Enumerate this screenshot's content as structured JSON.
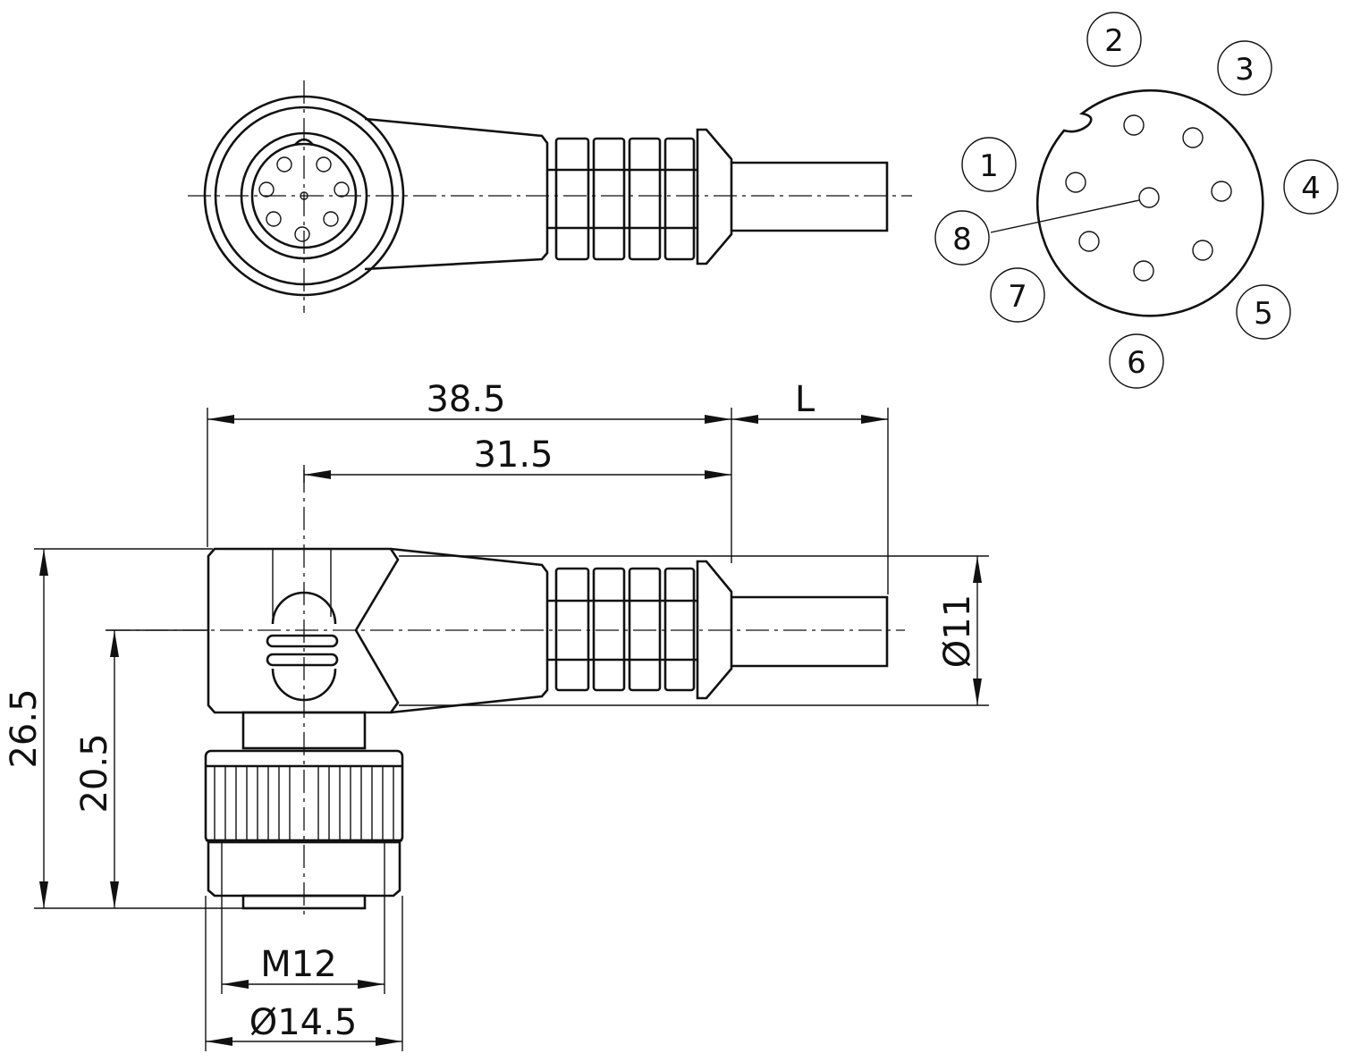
{
  "dimensions": {
    "length_total": "38.5",
    "length_center": "31.5",
    "cable_length": "L",
    "height_total": "26.5",
    "height_axis": "20.5",
    "thread": "M12",
    "diameter_nut": "Ø14.5",
    "diameter_cable": "Ø11"
  },
  "pinout": {
    "pins": [
      "1",
      "2",
      "3",
      "4",
      "5",
      "6",
      "7",
      "8"
    ]
  }
}
